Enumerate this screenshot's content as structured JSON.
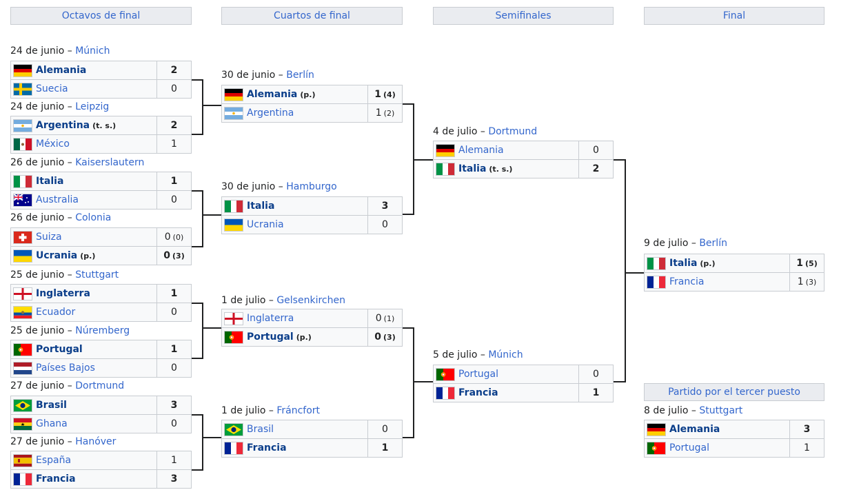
{
  "headers": {
    "r16": "Octavos de final",
    "qf": "Cuartos de final",
    "sf": "Semifinales",
    "final": "Final",
    "third": "Partido por el tercer puesto"
  },
  "matches": [
    {
      "id": "r16a",
      "date": "24 de junio –",
      "venue": "Múnich",
      "t1": {
        "flag": "germany-flag",
        "name": "Alemania",
        "score": "2",
        "win": true
      },
      "t2": {
        "flag": "sweden-flag",
        "name": "Suecia",
        "score": "0",
        "win": false
      }
    },
    {
      "id": "r16b",
      "date": "24 de junio –",
      "venue": "Leipzig",
      "t1": {
        "flag": "argentina-flag",
        "name": "Argentina",
        "note": "(t. s.)",
        "score": "2",
        "win": true
      },
      "t2": {
        "flag": "mexico-flag",
        "name": "México",
        "score": "1",
        "win": false
      }
    },
    {
      "id": "r16c",
      "date": "26 de junio –",
      "venue": "Kaiserslautern",
      "t1": {
        "flag": "italy-flag",
        "name": "Italia",
        "score": "1",
        "win": true
      },
      "t2": {
        "flag": "australia-flag",
        "name": "Australia",
        "score": "0",
        "win": false
      }
    },
    {
      "id": "r16d",
      "date": "26 de junio –",
      "venue": "Colonia",
      "t1": {
        "flag": "switzerland-flag",
        "name": "Suiza",
        "score": "0",
        "pen": "(0)",
        "win": false
      },
      "t2": {
        "flag": "ukraine-flag",
        "name": "Ucrania",
        "note": "(p.)",
        "score": "0",
        "pen": "(3)",
        "win": true
      }
    },
    {
      "id": "r16e",
      "date": "25 de junio –",
      "venue": "Stuttgart",
      "t1": {
        "flag": "england-flag",
        "name": "Inglaterra",
        "score": "1",
        "win": true
      },
      "t2": {
        "flag": "ecuador-flag",
        "name": "Ecuador",
        "score": "0",
        "win": false
      }
    },
    {
      "id": "r16f",
      "date": "25 de junio –",
      "venue": "Núremberg",
      "t1": {
        "flag": "portugal-flag",
        "name": "Portugal",
        "score": "1",
        "win": true
      },
      "t2": {
        "flag": "netherlands-flag",
        "name": "Países Bajos",
        "score": "0",
        "win": false
      }
    },
    {
      "id": "r16g",
      "date": "27 de junio –",
      "venue": "Dortmund",
      "t1": {
        "flag": "brazil-flag",
        "name": "Brasil",
        "score": "3",
        "win": true
      },
      "t2": {
        "flag": "ghana-flag",
        "name": "Ghana",
        "score": "0",
        "win": false
      }
    },
    {
      "id": "r16h",
      "date": "27 de junio –",
      "venue": "Hanóver",
      "t1": {
        "flag": "spain-flag",
        "name": "España",
        "score": "1",
        "win": false
      },
      "t2": {
        "flag": "france-flag",
        "name": "Francia",
        "score": "3",
        "win": true
      }
    },
    {
      "id": "qfa",
      "date": "30 de junio –",
      "venue": "Berlín",
      "t1": {
        "flag": "germany-flag",
        "name": "Alemania",
        "note": "(p.)",
        "score": "1",
        "pen": "(4)",
        "win": true
      },
      "t2": {
        "flag": "argentina-flag",
        "name": "Argentina",
        "score": "1",
        "pen": "(2)",
        "win": false
      }
    },
    {
      "id": "qfb",
      "date": "30 de junio –",
      "venue": "Hamburgo",
      "t1": {
        "flag": "italy-flag",
        "name": "Italia",
        "score": "3",
        "win": true
      },
      "t2": {
        "flag": "ukraine-flag",
        "name": "Ucrania",
        "score": "0",
        "win": false
      }
    },
    {
      "id": "qfc",
      "date": "1 de julio –",
      "venue": "Gelsenkirchen",
      "t1": {
        "flag": "england-flag",
        "name": "Inglaterra",
        "score": "0",
        "pen": "(1)",
        "win": false
      },
      "t2": {
        "flag": "portugal-flag",
        "name": "Portugal",
        "note": "(p.)",
        "score": "0",
        "pen": "(3)",
        "win": true
      }
    },
    {
      "id": "qfd",
      "date": "1 de julio –",
      "venue": "Fráncfort",
      "t1": {
        "flag": "brazil-flag",
        "name": "Brasil",
        "score": "0",
        "win": false
      },
      "t2": {
        "flag": "france-flag",
        "name": "Francia",
        "score": "1",
        "win": true
      }
    },
    {
      "id": "sfa",
      "date": "4 de julio –",
      "venue": "Dortmund",
      "t1": {
        "flag": "germany-flag",
        "name": "Alemania",
        "score": "0",
        "win": false
      },
      "t2": {
        "flag": "italy-flag",
        "name": "Italia",
        "note": "(t. s.)",
        "score": "2",
        "win": true
      }
    },
    {
      "id": "sfb",
      "date": "5 de julio –",
      "venue": "Múnich",
      "t1": {
        "flag": "portugal-flag",
        "name": "Portugal",
        "score": "0",
        "win": false
      },
      "t2": {
        "flag": "france-flag",
        "name": "Francia",
        "score": "1",
        "win": true
      }
    },
    {
      "id": "final",
      "date": "9 de julio –",
      "venue": "Berlín",
      "t1": {
        "flag": "italy-flag",
        "name": "Italia",
        "note": "(p.)",
        "score": "1",
        "pen": "(5)",
        "win": true
      },
      "t2": {
        "flag": "france-flag",
        "name": "Francia",
        "score": "1",
        "pen": "(3)",
        "win": false
      }
    },
    {
      "id": "third",
      "date": "8 de julio –",
      "venue": "Stuttgart",
      "t1": {
        "flag": "germany-flag",
        "name": "Alemania",
        "score": "3",
        "win": true
      },
      "t2": {
        "flag": "portugal-flag",
        "name": "Portugal",
        "score": "1",
        "win": false
      }
    }
  ]
}
